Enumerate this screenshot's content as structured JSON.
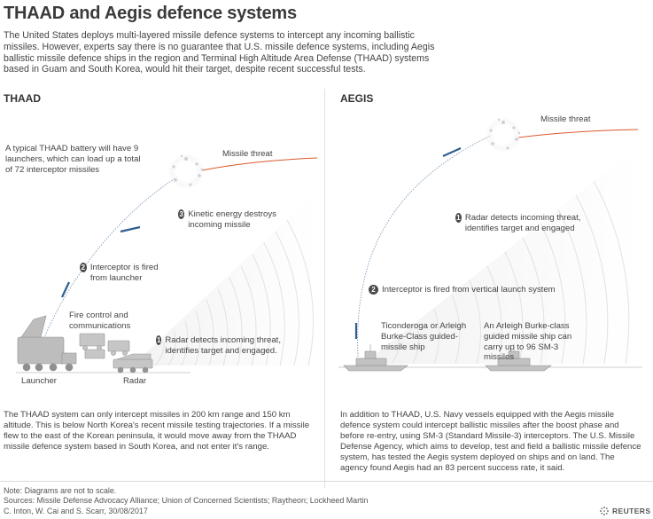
{
  "title": "THAAD and Aegis defence systems",
  "intro": "The United States deploys multi-layered missile defence systems to intercept any incoming ballistic missiles. However, experts say there is no guarantee that U.S. missile defence systems, including Aegis ballistic missile defence ships in the region and Terminal High Altitude Area Defense (THAAD) systems based in Guam and South Korea, would hit their target, despite recent successful tests.",
  "thaad": {
    "heading": "THAAD",
    "battery_note": "A typical THAAD battery will have 9 launchers, which can load up a total of 72 interceptor missiles",
    "missile_threat": "Missile threat",
    "step3_num": "3",
    "step3": "Kinetic energy destroys incoming missile",
    "step2_num": "2",
    "step2": "Interceptor is fired from launcher",
    "fire_control": "Fire control and communications",
    "step1_num": "1",
    "step1": "Radar detects incoming threat, identifies target and engaged.",
    "launcher": "Launcher",
    "radar": "Radar",
    "body": "The THAAD system can only intercept missiles in 200 km range and 150 km altitude. This is below North Korea's recent missile testing trajectories. If a missile flew to the east of the Korean peninsula, it would move away from the THAAD missile defence system based in South Korea, and not enter it's range."
  },
  "aegis": {
    "heading": "AEGIS",
    "missile_threat": "Missile threat",
    "step1_num": "1",
    "step1": "Radar detects incoming threat, identifies target and engaged",
    "step2_num": "2",
    "step2": "Interceptor is fired from vertical launch system",
    "ship1": "Ticonderoga or Arleigh Burke-Class guided-missile ship",
    "ship2": "An Arleigh Burke-class guided missile ship can carry up to 96 SM-3 missiles",
    "body": "In addition to THAAD, U.S. Navy vessels equipped with the Aegis missile defence system could intercept ballistic missiles after the boost phase and before re-entry, using SM-3 (Standard Missile-3) interceptors. The U.S. Missile Defense Agency, which aims to develop, test and field a ballistic missile defence system, has tested the Aegis system deployed on ships and on land. The agency found Aegis had an 83 percent success rate, it said."
  },
  "footer": {
    "note": "Note: Diagrams are not to scale.",
    "sources": "Sources: Missile Defense Advocacy Alliance; Union of Concerned Scientists; Raytheon; Lockheed Martin",
    "credit": "C. Inton, W. Cai and S. Scarr, 30/08/2017",
    "logo": "REUTERS"
  },
  "colors": {
    "missile_threat": "#d9582b",
    "interceptor": "#2f5f8f",
    "text": "#444444"
  },
  "icons": [
    "explosion-icon",
    "radar-waves-icon",
    "launcher-truck-icon",
    "radar-truck-icon",
    "warship-icon",
    "reuters-logo-icon"
  ]
}
